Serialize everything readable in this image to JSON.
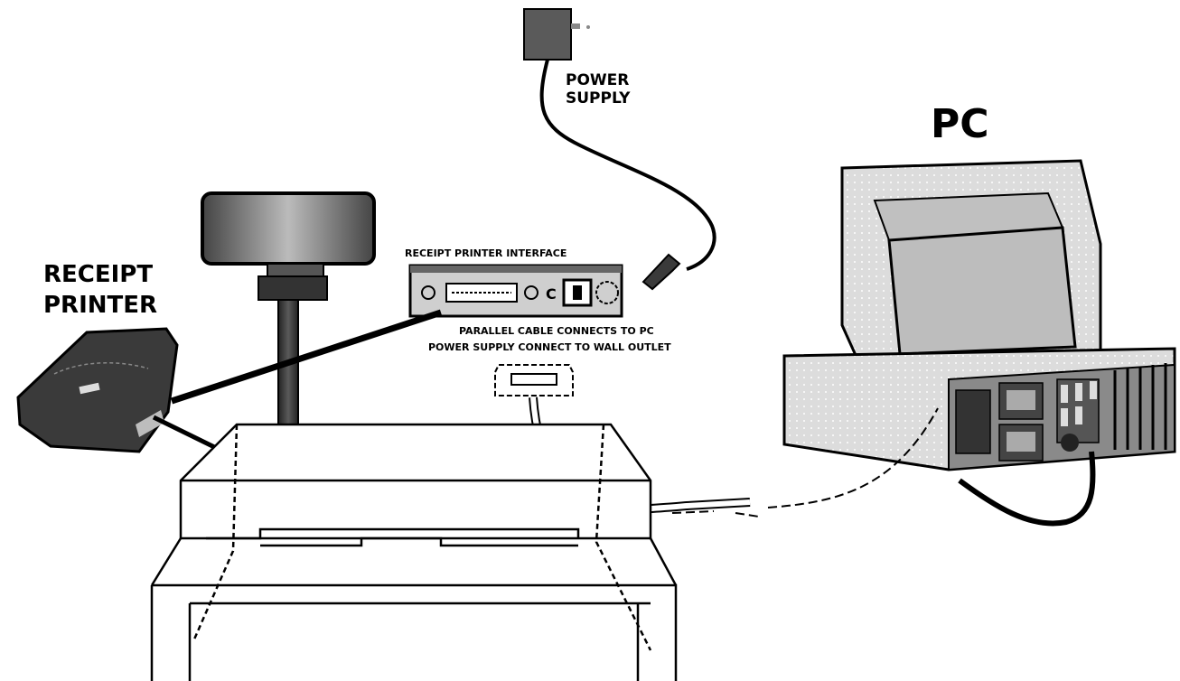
{
  "labels": {
    "power_supply": [
      "POWER",
      "SUPPLY"
    ],
    "pc": "PC",
    "receipt_printer": [
      "RECEIPT",
      "PRINTER"
    ],
    "interface_title": "RECEIPT PRINTER INTERFACE",
    "notes": [
      "PARALLEL CABLE CONNECTS TO PC",
      "POWER SUPPLY CONNECT TO WALL OUTLET"
    ]
  },
  "colors": {
    "ink": "#000000",
    "paper": "#ffffff",
    "dark_fill": "#3a3a3a",
    "mid_fill": "#7a7a7a",
    "light_fill": "#d8d8d8"
  }
}
